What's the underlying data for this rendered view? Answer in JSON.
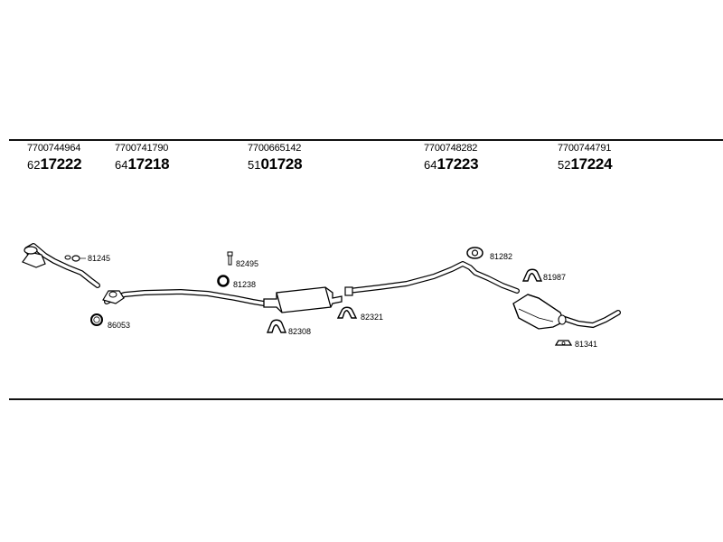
{
  "parts": [
    {
      "oem": "7700744964",
      "prefix": "62",
      "number": "17222"
    },
    {
      "oem": "7700741790",
      "prefix": "64",
      "number": "17218"
    },
    {
      "oem": "7700665142",
      "prefix": "51",
      "number": "01728"
    },
    {
      "oem": "7700748282",
      "prefix": "64",
      "number": "17223"
    },
    {
      "oem": "7700744791",
      "prefix": "52",
      "number": "17224"
    }
  ],
  "callouts": {
    "c81245": "81245",
    "c86053": "86053",
    "c82495": "82495",
    "c81238": "81238",
    "c82308": "82308",
    "c82321": "82321",
    "c81282": "81282",
    "c81987": "81987",
    "c81341": "81341"
  }
}
